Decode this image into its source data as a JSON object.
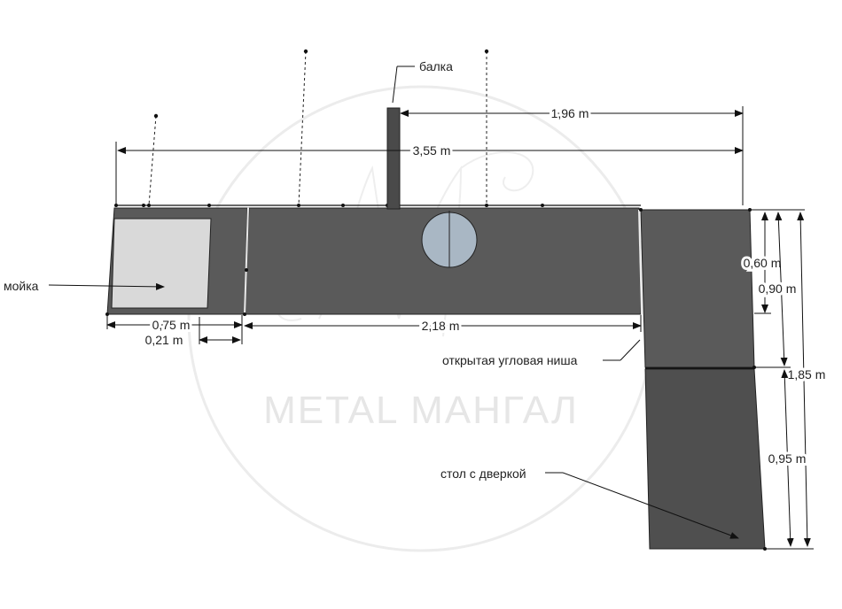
{
  "labels": {
    "sink": "мойка",
    "beam": "балка",
    "corner_niche": "открытая угловая ниша",
    "table_door": "стол с дверкой"
  },
  "dimensions": {
    "beam_offset": "1,96 m",
    "total_length": "3,55 m",
    "sink_width": "0,75 m",
    "sink_gap": "0,21 m",
    "middle_length": "2,18 m",
    "corner_depth": "0,60 m",
    "corner_length": "0,90 m",
    "right_total": "1,85 m",
    "table_length": "0,95 m"
  },
  "watermark": {
    "text": "METAL МАНГАЛ"
  },
  "colors": {
    "counter": "#5a5a5a",
    "counter_dark": "#4f4f4f",
    "sink": "#d9d9d9",
    "hole": "#a9b7c4",
    "line": "#111111"
  }
}
